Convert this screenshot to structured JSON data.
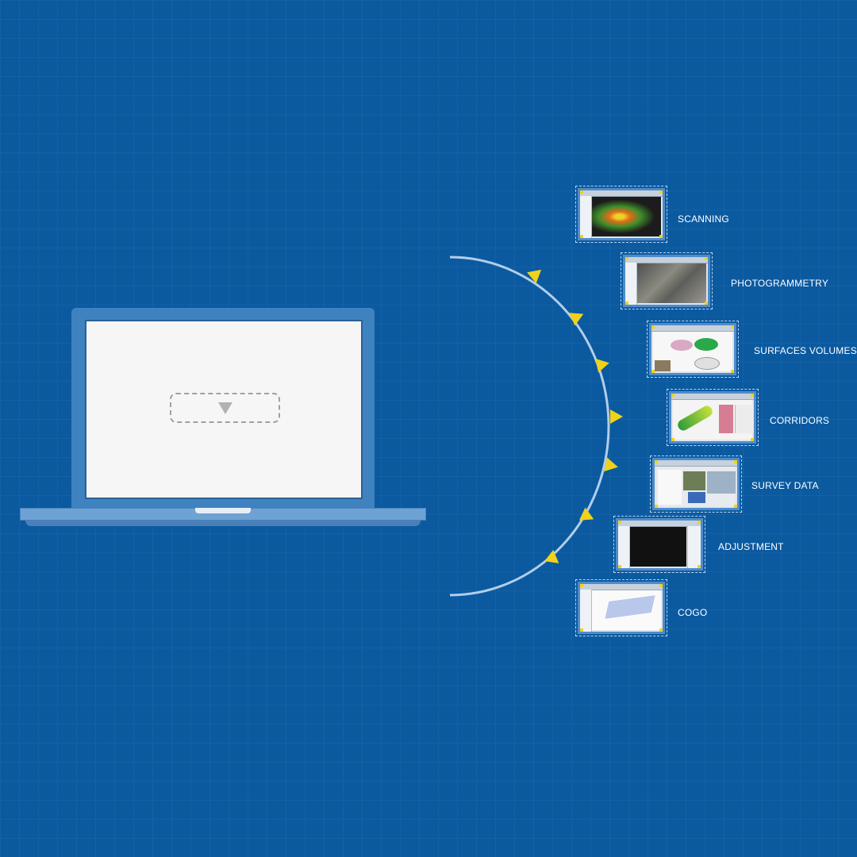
{
  "colors": {
    "background": "#0b5aa0",
    "laptop_frame": "#3f82c0",
    "laptop_screen": "#f6f6f6",
    "arc": "#cfe3f7",
    "arrow": "#f0d21b",
    "label": "#ffffff"
  },
  "icons": {
    "drop_arrow": "triangle-down-icon",
    "pointer": "triangle-right-icon"
  },
  "features": [
    {
      "label": "SCANNING"
    },
    {
      "label": "PHOTOGRAMMETRY"
    },
    {
      "label": "SURFACES VOLUMES"
    },
    {
      "label": "CORRIDORS"
    },
    {
      "label": "SURVEY DATA"
    },
    {
      "label": "ADJUSTMENT"
    },
    {
      "label": "COGO"
    }
  ]
}
